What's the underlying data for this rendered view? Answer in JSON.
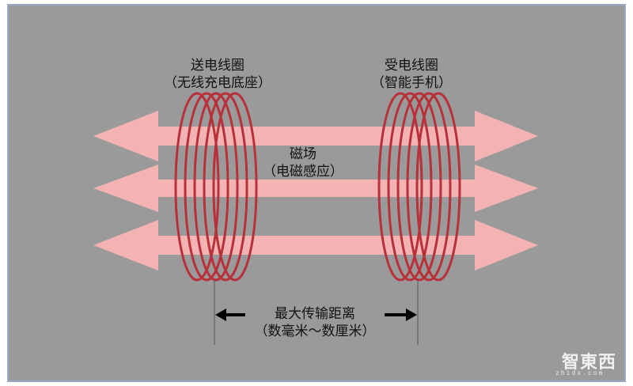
{
  "transmit_coil": {
    "line1": "送电线圈",
    "line2": "（无线充电底座）"
  },
  "receive_coil": {
    "line1": "受电线圈",
    "line2": "（智能手机）"
  },
  "magnetic_field": {
    "line1": "磁场",
    "line2": "（电磁感应）"
  },
  "transmission_distance": {
    "line1": "最大传输距离",
    "line2": "（数毫米～数厘米）"
  },
  "watermark": {
    "text": "智東西",
    "subtext": "zhidx.com"
  },
  "colors": {
    "background": "#9a9a9a",
    "coil": "#b8313a",
    "arrow": "#f4b3b3",
    "border": "#9aa6c8"
  }
}
